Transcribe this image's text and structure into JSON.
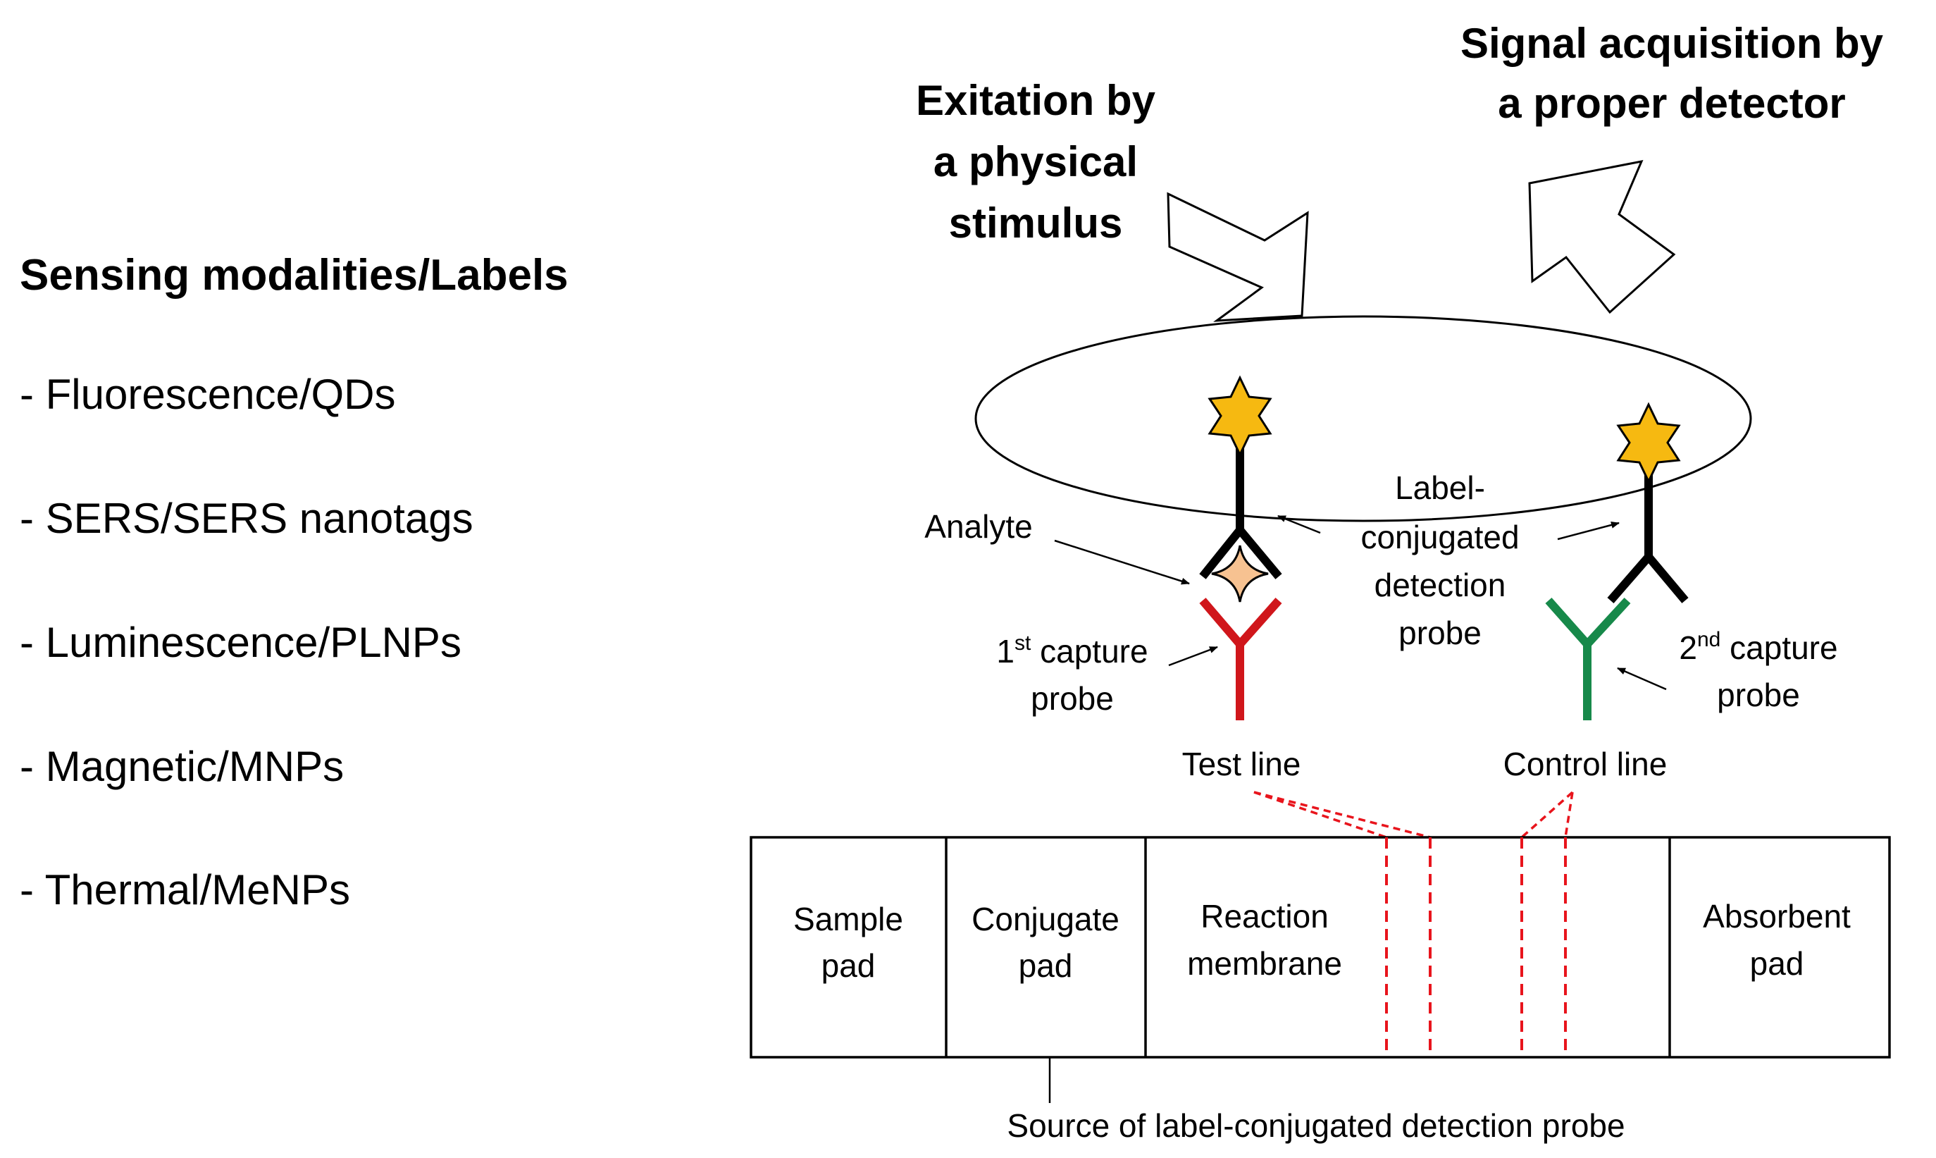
{
  "left_panel": {
    "heading": "Sensing modalities/Labels",
    "items": [
      "- Fluorescence/QDs",
      "- SERS/SERS nanotags",
      "- Luminescence/PLNPs",
      "- Magnetic/MNPs",
      "- Thermal/MeNPs"
    ]
  },
  "excitation": {
    "lines": [
      "Exitation by",
      "a physical",
      "stimulus"
    ]
  },
  "acquisition": {
    "lines": [
      "Signal acquisition by",
      "a proper detector"
    ]
  },
  "labels": {
    "analyte": "Analyte",
    "label_probe": [
      "Label-",
      "conjugated",
      "detection",
      "probe"
    ],
    "capture1": {
      "num": "1",
      "sup": "st",
      "rest": " capture",
      "line2": "probe"
    },
    "capture2": {
      "num": "2",
      "sup": "nd",
      "rest": " capture",
      "line2": "probe"
    },
    "test_line": "Test line",
    "control_line": "Control line",
    "source": "Source of label-conjugated detection probe"
  },
  "strip": {
    "sample_pad": [
      "Sample",
      "pad"
    ],
    "conjugate_pad": [
      "Conjugate",
      "pad"
    ],
    "reaction_membrane": [
      "Reaction",
      "membrane"
    ],
    "absorbent_pad": [
      "Absorbent",
      "pad"
    ]
  },
  "colors": {
    "test_antibody": "#d0161b",
    "control_antibody": "#17894a",
    "star_fill": "#f6b911",
    "analyte_fill": "#f7c291",
    "dashed_red": "#e8141c"
  }
}
